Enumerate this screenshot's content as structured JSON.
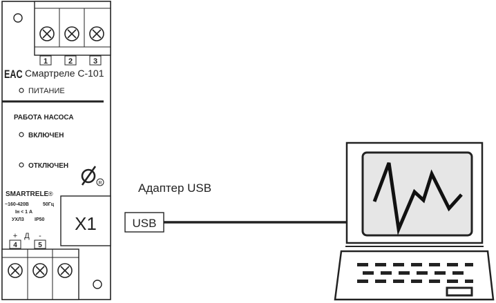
{
  "device": {
    "model": "Смартреле С-101",
    "eac_mark": "EAC",
    "power_label": "ПИТАНИЕ",
    "section_title": "РАБОТА НАСОСА",
    "on_label": "ВКЛЮЧЕН",
    "off_label": "ОТКЛЮЧЕН",
    "brand": "SMARTRELE",
    "registered_mark": "®",
    "spec_voltage": "~160-420В",
    "spec_freq": "50Гц",
    "spec_current": "Iн < 1 А",
    "spec_climate": "УХЛ3",
    "spec_ip": "IP50",
    "connector_label": "X1",
    "terminals_top": [
      "1",
      "2",
      "3"
    ],
    "sensor_signs": [
      "+",
      "Д",
      "-"
    ],
    "terminals_bottom": [
      "4",
      "5"
    ]
  },
  "adapter": {
    "label": "Адаптер USB",
    "port_label": "USB"
  },
  "computer": {
    "icon": "laptop-icon",
    "screen_icon": "waveform-icon"
  }
}
